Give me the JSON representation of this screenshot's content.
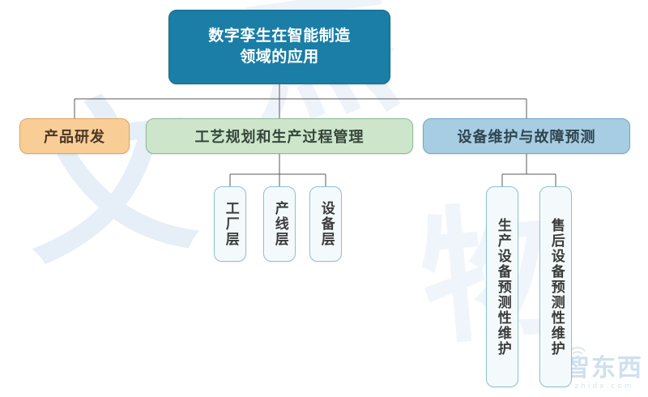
{
  "diagram": {
    "type": "organization-tree",
    "title": "数字孪生在智能制造领域的应用",
    "root": {
      "label": "数字孪生在智能制造\n领域的应用",
      "line1": "数字孪生在智能制造",
      "line2": "领域的应用",
      "color": "#1a7ea6",
      "text_color": "#ffffff"
    },
    "level1": [
      {
        "label": "产品研发",
        "color": "#f9cd96",
        "border_color": "#e0a463",
        "children": []
      },
      {
        "label": "工艺规划和生产过程管理",
        "color": "#cde6cb",
        "border_color": "#8dbb96",
        "children": [
          {
            "label": "工厂层",
            "color": "#f4fafb",
            "border_color": "#8cc3d6"
          },
          {
            "label": "产线层",
            "color": "#f4fafb",
            "border_color": "#8cc3d6"
          },
          {
            "label": "设备层",
            "color": "#f4fafb",
            "border_color": "#8cc3d6"
          }
        ]
      },
      {
        "label": "设备维护与故障预测",
        "color": "#a6cde1",
        "border_color": "#6ea8c6",
        "children": [
          {
            "label": "生产设备预测性维护",
            "color": "#f4fafb",
            "border_color": "#8cc3d6"
          },
          {
            "label": "售后设备预测性维护",
            "color": "#f4fafb",
            "border_color": "#8cc3d6"
          }
        ]
      }
    ],
    "connector_color": "#5a5a5a"
  },
  "watermark": {
    "characters": [
      "文",
      "杰",
      "物"
    ],
    "logo_text": "智东西",
    "logo_url": "zhidx.com",
    "logo_icon": "wifi-icon"
  }
}
